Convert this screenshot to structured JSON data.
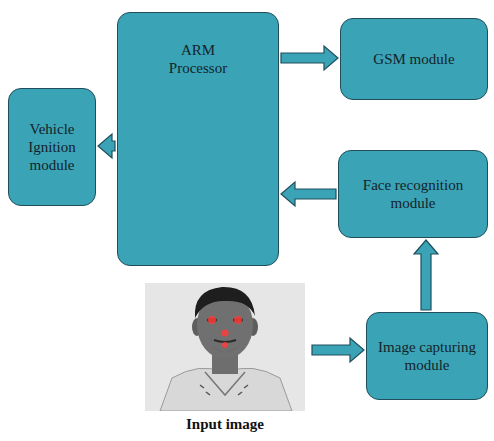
{
  "diagram": {
    "nodes": [
      {
        "text": [
          "Vehicle Ignition module"
        ]
      },
      {
        "text": [
          "ARM Processor"
        ]
      },
      {
        "text": [
          "GSM module"
        ]
      },
      {
        "text": [
          "Face recognition module"
        ]
      },
      {
        "text": [
          "Image capturing module"
        ]
      }
    ],
    "edges": [
      {
        "from": 1,
        "to": 2,
        "arrow": "to"
      },
      {
        "from": 1,
        "to": 0,
        "arrow": "to"
      },
      {
        "from": 3,
        "to": 1,
        "arrow": "to"
      },
      {
        "from": 4,
        "to": 3,
        "arrow": "to"
      }
    ],
    "labels": [
      "Input image"
    ]
  }
}
